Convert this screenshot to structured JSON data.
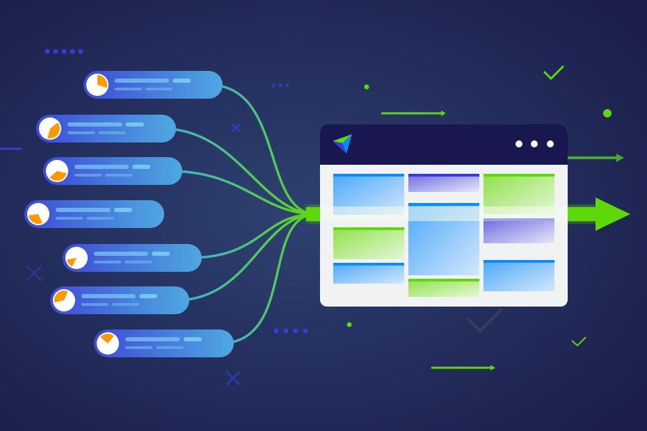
{
  "colors": {
    "background_center": "#2d3f6e",
    "background_edge": "#1c1f4e",
    "pill_start": "#3e4bd6",
    "pill_end": "#4ea6e0",
    "pie": "#ff9900",
    "connector_green": "#5ed80a",
    "connector_teal": "#3fb0c8",
    "window_header": "#19174f",
    "window_body": "#f1f2f4",
    "card_blue": "#0a8cff",
    "card_green": "#5ed80a",
    "card_purple": "#3c3ad6"
  },
  "sources": [
    {
      "pie_fraction": 0.3
    },
    {
      "pie_fraction": 0.4
    },
    {
      "pie_fraction": 0.35
    },
    {
      "pie_fraction": 0.3
    },
    {
      "pie_fraction": 0.15
    },
    {
      "pie_fraction": 0.35
    },
    {
      "pie_fraction": 0.25
    }
  ],
  "window": {
    "logo": "arrow-logo",
    "menu_icon": "three-dots-icon"
  }
}
